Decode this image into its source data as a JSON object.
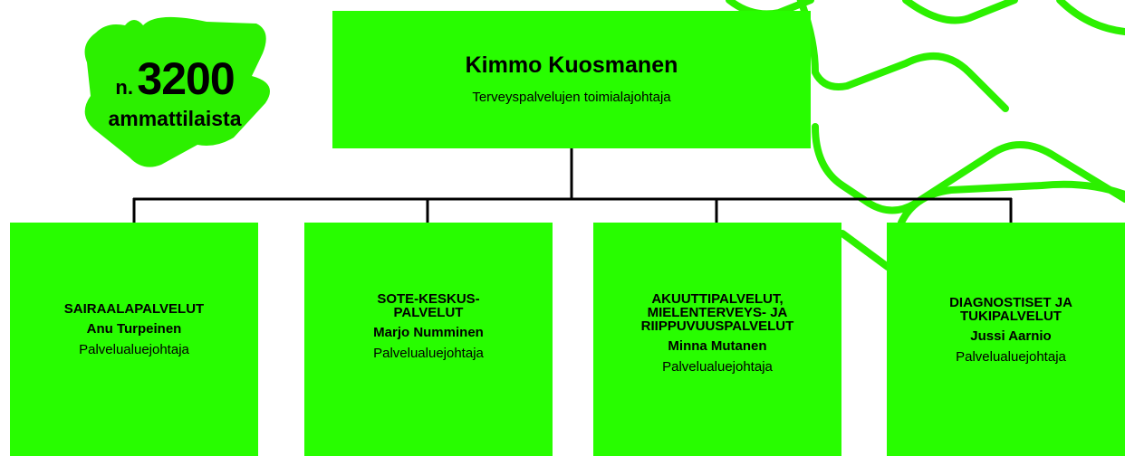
{
  "badge": {
    "prefix": "n.",
    "number": "3200",
    "label": "ammattilaista"
  },
  "top": {
    "name": "Kimmo Kuosmanen",
    "role": "Terveyspalvelujen toimialajohtaja"
  },
  "units": [
    {
      "unit": "SAIRAALAPALVELUT",
      "person": "Anu Turpeinen",
      "role": "Palvelualuejohtaja"
    },
    {
      "unit": "SOTE-KESKUS-\nPALVELUT",
      "person": "Marjo Numminen",
      "role": "Palvelualuejohtaja"
    },
    {
      "unit": "AKUUTTIPALVELUT,\nMIELENTERVEYS- JA\nRIIPPUVUUSPALVELUT",
      "person": "Minna Mutanen",
      "role": "Palvelualuejohtaja"
    },
    {
      "unit": "DIAGNOSTISET JA\nTUKIPALVELUT",
      "person": "Jussi Aarnio",
      "role": "Palvelualuejohtaja"
    }
  ],
  "colors": {
    "box": "#28fd00",
    "accent": "#2cf000",
    "line": "#000000",
    "background": "#ffffff"
  }
}
